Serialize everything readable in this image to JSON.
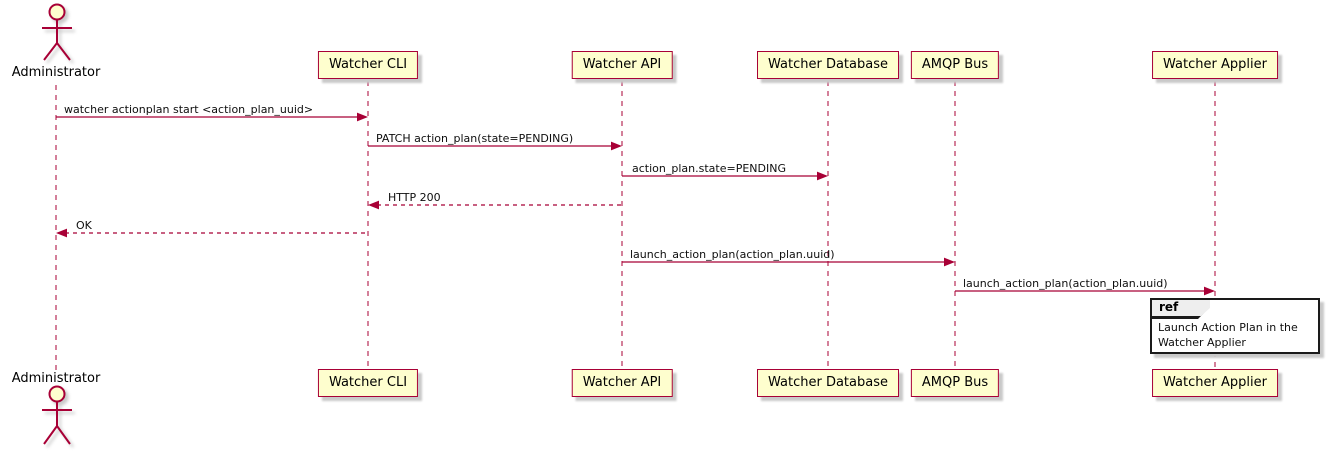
{
  "diagram": {
    "type": "sequence-diagram",
    "accent_color": "#A80036",
    "participant_fill": "#FEFECE",
    "ref_header_fill": "#EEEEEE"
  },
  "actor": {
    "name": "Administrator"
  },
  "participants": [
    {
      "name": "Watcher CLI"
    },
    {
      "name": "Watcher API"
    },
    {
      "name": "Watcher Database"
    },
    {
      "name": "AMQP Bus"
    },
    {
      "name": "Watcher Applier"
    }
  ],
  "messages": [
    {
      "from": "Administrator",
      "to": "Watcher CLI",
      "style": "solid",
      "label": "watcher actionplan start <action_plan_uuid>"
    },
    {
      "from": "Watcher CLI",
      "to": "Watcher API",
      "style": "solid",
      "label": "PATCH action_plan(state=PENDING)"
    },
    {
      "from": "Watcher API",
      "to": "Watcher Database",
      "style": "solid",
      "label": "action_plan.state=PENDING"
    },
    {
      "from": "Watcher API",
      "to": "Watcher CLI",
      "style": "dashed",
      "label": "HTTP 200"
    },
    {
      "from": "Watcher CLI",
      "to": "Administrator",
      "style": "dashed",
      "label": "OK"
    },
    {
      "from": "Watcher API",
      "to": "AMQP Bus",
      "style": "solid",
      "label": "launch_action_plan(action_plan.uuid)"
    },
    {
      "from": "AMQP Bus",
      "to": "Watcher Applier",
      "style": "solid",
      "label": "launch_action_plan(action_plan.uuid)"
    }
  ],
  "ref_fragment": {
    "keyword": "ref",
    "line1": "Launch Action Plan in the",
    "line2": "Watcher Applier"
  }
}
